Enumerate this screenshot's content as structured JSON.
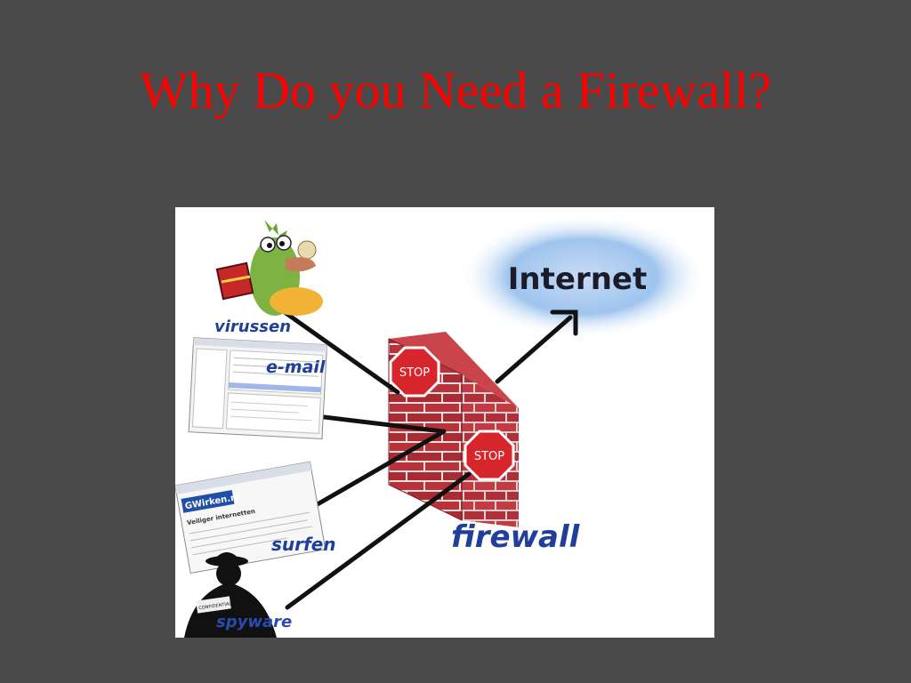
{
  "slide": {
    "title": "Why Do you Need a Firewall?"
  },
  "illustration": {
    "internet_label": "Internet",
    "firewall_label": "firewall",
    "stop_sign_top": "STOP",
    "stop_sign_bottom": "STOP",
    "threats": {
      "virus": "virussen",
      "email": "e-mail",
      "browsing": "surfen",
      "spyware": "spyware"
    },
    "browser_logo": "GWirken.nl",
    "browser_heading": "Veiliger internetten",
    "spy_badge": "CONFIDENTIAL"
  },
  "colors": {
    "background": "#4a4a4a",
    "title": "#ff0000",
    "label_blue": "#1f3f9a",
    "brick": "#b8323a",
    "stop_red": "#d7262b"
  }
}
